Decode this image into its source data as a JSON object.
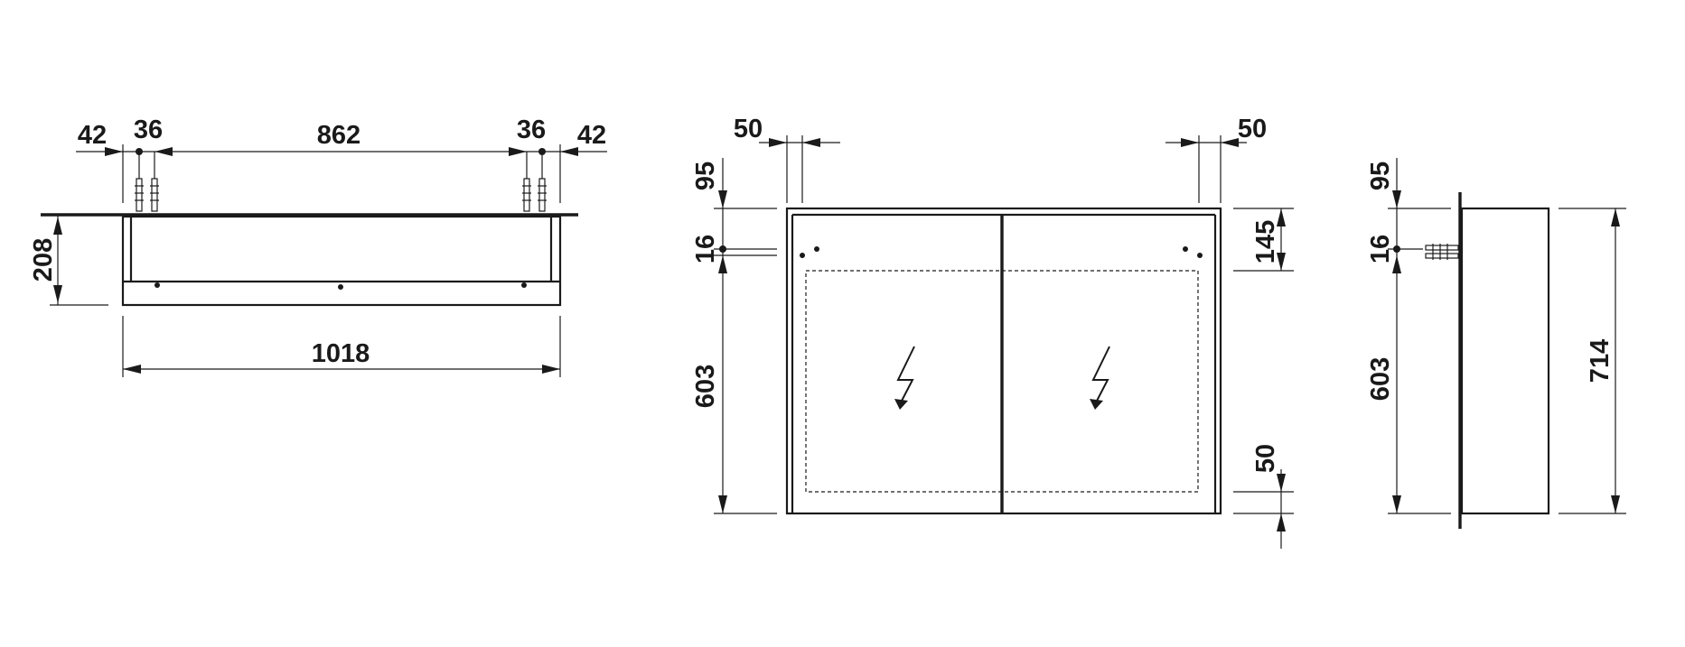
{
  "top_view": {
    "dims": {
      "side_left": "42",
      "fix_left": "36",
      "between": "862",
      "fix_right": "36",
      "side_right": "42",
      "depth": "208",
      "width": "1018"
    }
  },
  "front_view": {
    "dims": {
      "frame_left": "50",
      "frame_right": "50",
      "top_offset": "95",
      "fix_dia": "16",
      "fix_height": "603",
      "hole_height": "145",
      "bottom_frame": "50"
    },
    "icons": [
      "electric-lightning-icon",
      "electric-lightning-icon"
    ],
    "mirror_fill": "#d3d4d6"
  },
  "side_view": {
    "dims": {
      "top_offset": "95",
      "fix_dia": "16",
      "fix_height": "603",
      "height": "714"
    }
  }
}
